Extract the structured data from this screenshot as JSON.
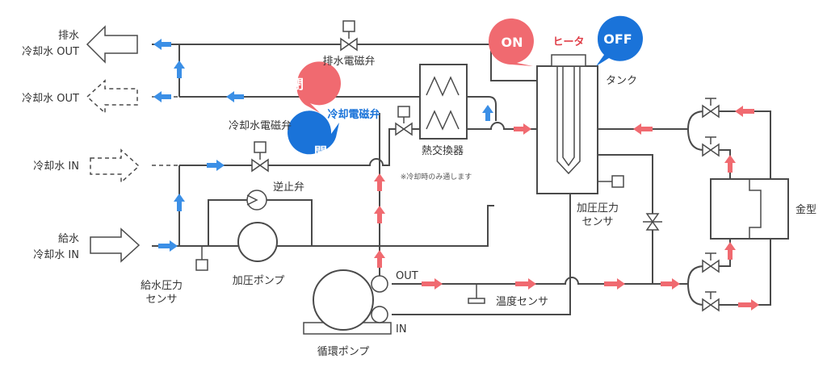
{
  "colors": {
    "pipe": "#4a4a4a",
    "cold_flow": "#3b8fe6",
    "hot_flow": "#f06a70",
    "on_badge": "#f06a70",
    "off_badge": "#1a73d9",
    "label_blue": "#1a73d9",
    "label_red": "#e0404a"
  },
  "labels": {
    "drain": "排水",
    "cooling_water_out_1": "冷却水 OUT",
    "cooling_water_out_2": "冷却水 OUT",
    "cooling_water_in": "冷却水 IN",
    "supply": "給水",
    "supply_cooling_in": "冷却水 IN",
    "drain_valve": "排水電磁弁",
    "cooling_valve_left": "冷却水電磁弁",
    "cooling_valve_blue": "冷却電磁弁",
    "heat_exchanger": "熱交換器",
    "cooling_note": "※冷却時のみ通します",
    "check_valve": "逆止弁",
    "pressure_pump": "加圧ポンプ",
    "supply_pressure_sensor_1": "給水圧力",
    "supply_pressure_sensor_2": "センサ",
    "heater": "ヒータ",
    "tank": "タンク",
    "pressure_sensor_1": "加圧圧力",
    "pressure_sensor_2": "センサ",
    "out": "OUT",
    "in": "IN",
    "circulation_pump": "循環ポンプ",
    "temp_sensor": "温度センサ",
    "mold": "金型"
  },
  "badges": {
    "on": "ON",
    "off": "OFF",
    "closed": "閉",
    "open": "開"
  },
  "icons": {
    "flow_arrow": "arrow-icon",
    "valve": "valve-icon",
    "check_valve": "check-valve-icon",
    "sensor": "sensor-icon",
    "pump": "pump-icon",
    "heater": "heater-icon"
  }
}
